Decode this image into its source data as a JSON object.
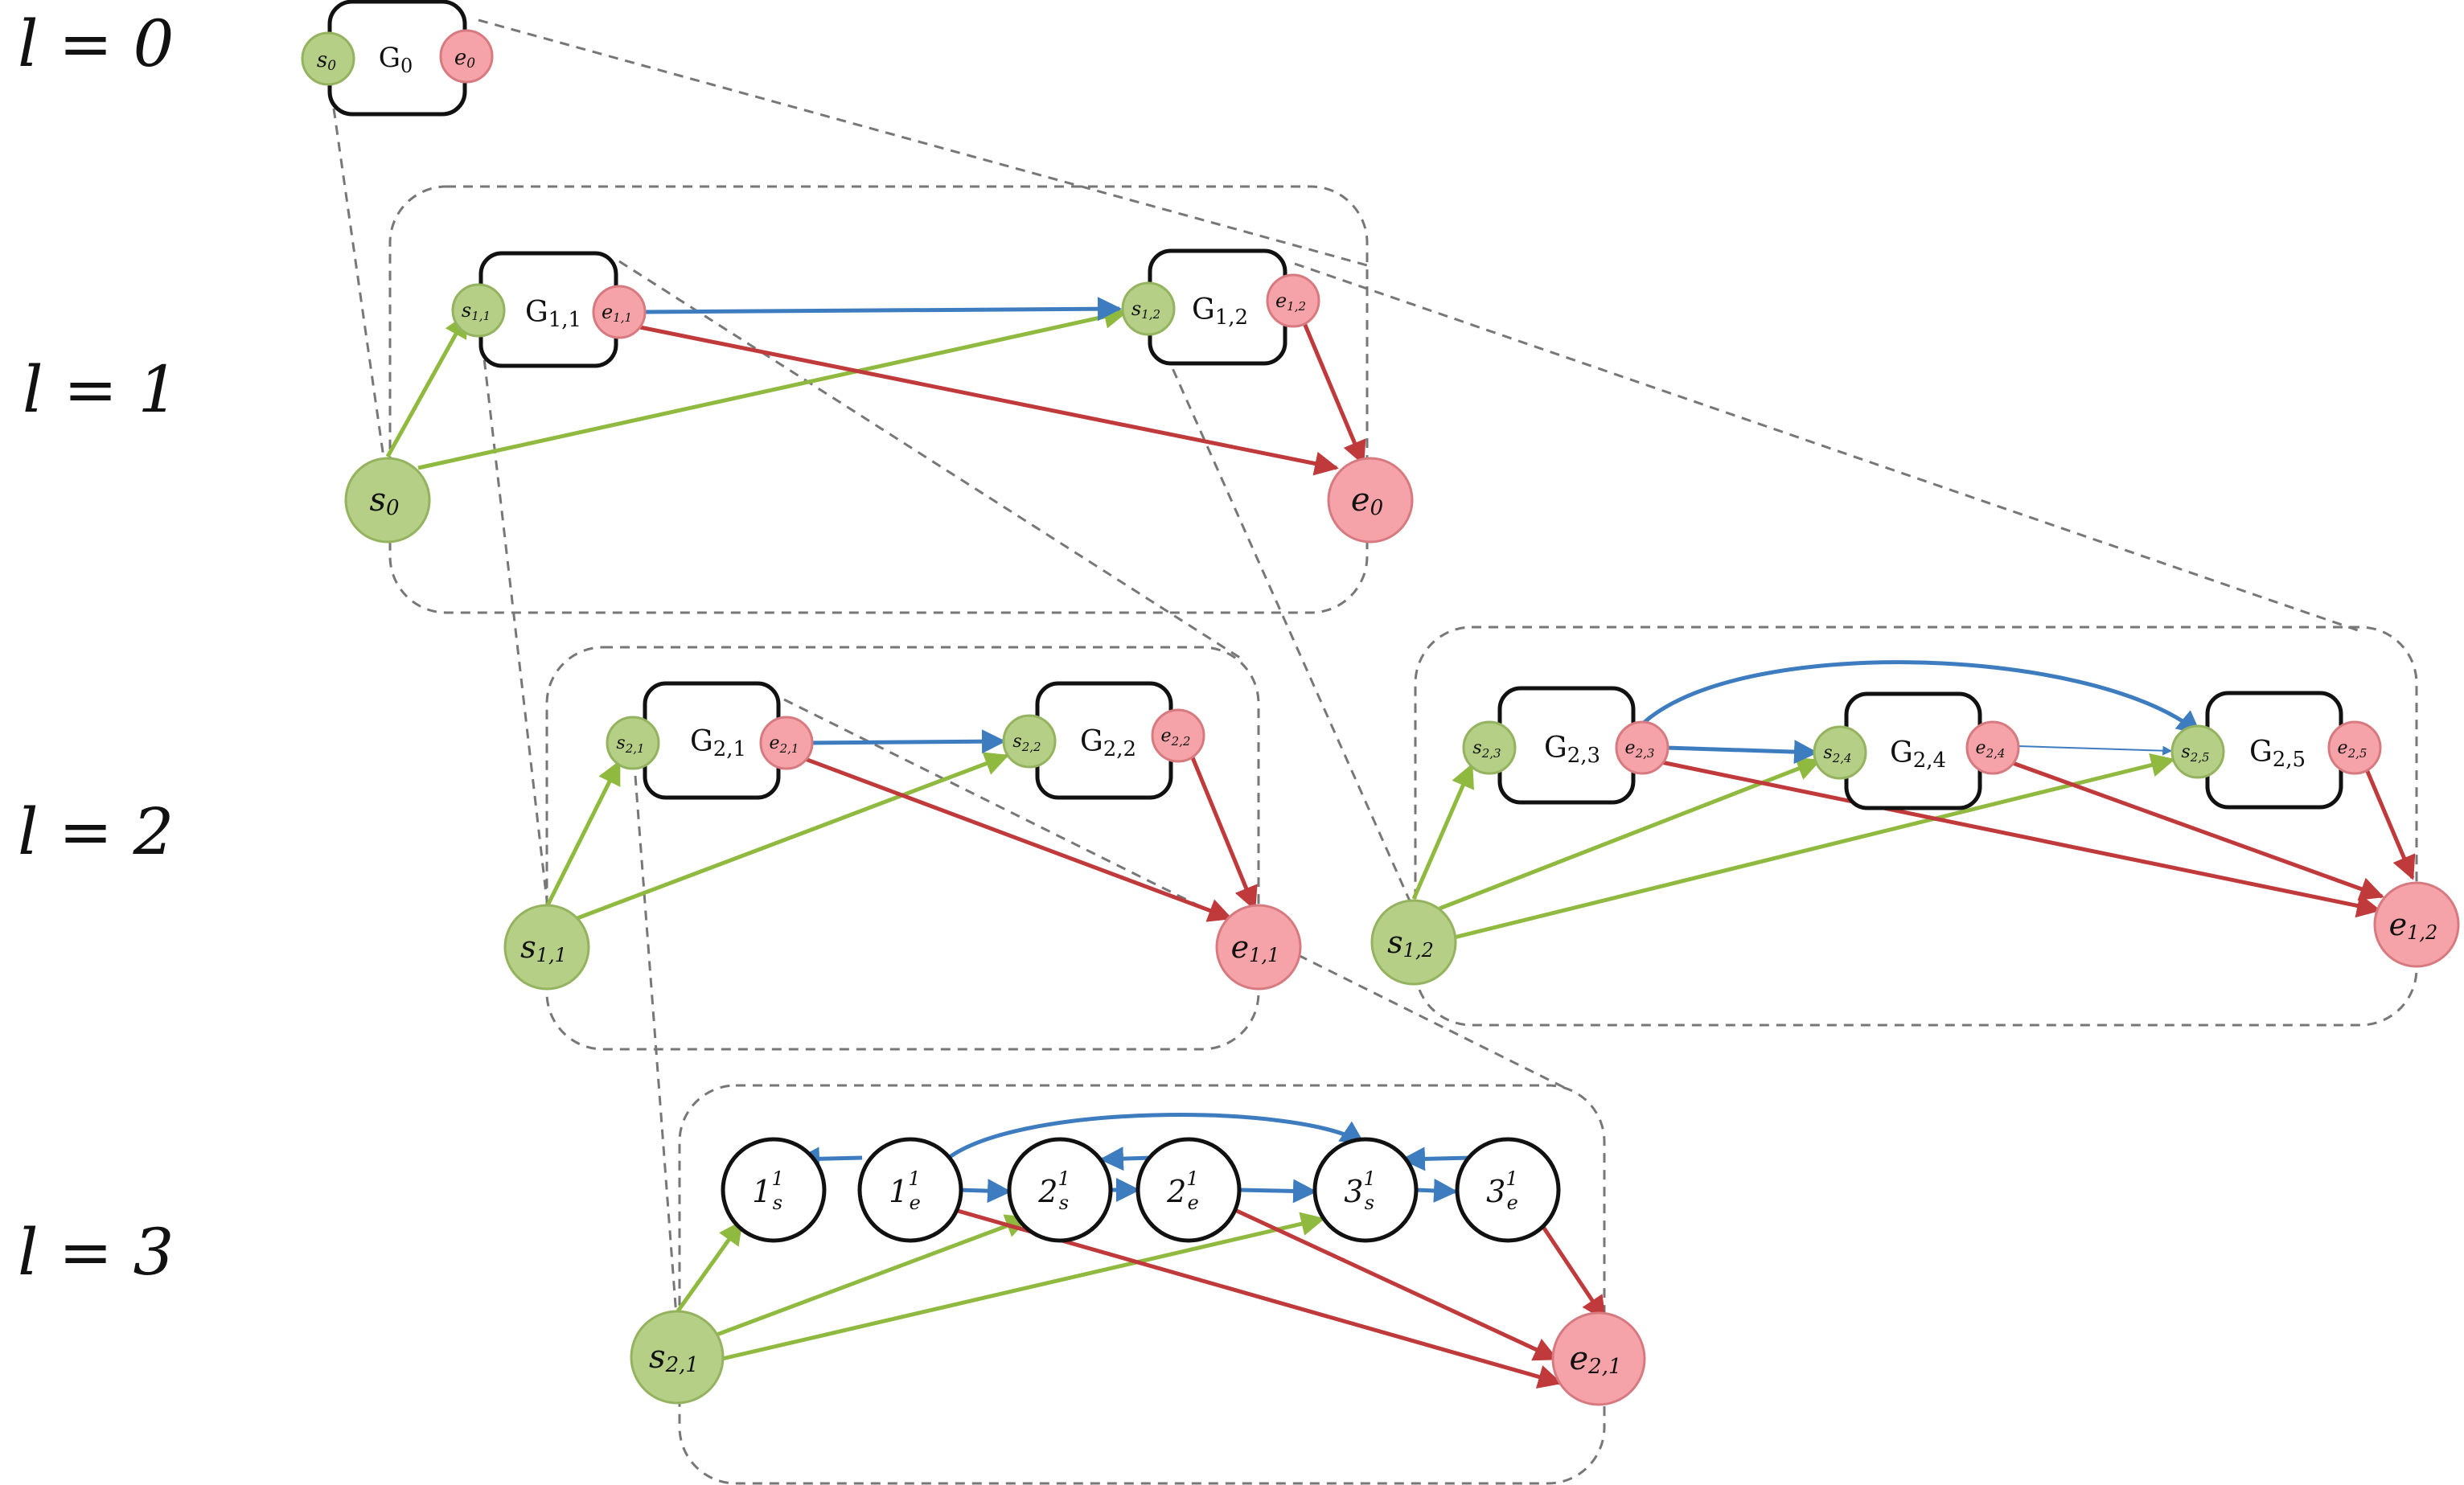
{
  "colors": {
    "start_fill": "#b5cf86",
    "start_stroke": "#93b35e",
    "end_fill": "#f5a3a8",
    "end_stroke": "#d77a80",
    "edge_green": "#8fba3f",
    "edge_red": "#c0393b",
    "edge_blue": "#3e7cc0",
    "dash": "#777777"
  },
  "levels": [
    {
      "label": "l = 0"
    },
    {
      "label": "l = 1"
    },
    {
      "label": "l = 2"
    },
    {
      "label": "l = 3"
    }
  ],
  "level0": {
    "graph": {
      "base": "G",
      "sub": "0"
    },
    "start": {
      "base": "s",
      "sub": "0"
    },
    "end": {
      "base": "e",
      "sub": "0"
    }
  },
  "level1": {
    "root_start": {
      "base": "s",
      "sub": "0"
    },
    "root_end": {
      "base": "e",
      "sub": "0"
    },
    "graphs": [
      {
        "name": {
          "base": "G",
          "sub": "1,1"
        },
        "start": {
          "base": "s",
          "sub": "1,1"
        },
        "end": {
          "base": "e",
          "sub": "1,1"
        }
      },
      {
        "name": {
          "base": "G",
          "sub": "1,2"
        },
        "start": {
          "base": "s",
          "sub": "1,2"
        },
        "end": {
          "base": "e",
          "sub": "1,2"
        }
      }
    ]
  },
  "level2_left": {
    "root_start": {
      "base": "s",
      "sub": "1,1"
    },
    "root_end": {
      "base": "e",
      "sub": "1,1"
    },
    "graphs": [
      {
        "name": {
          "base": "G",
          "sub": "2,1"
        },
        "start": {
          "base": "s",
          "sub": "2,1"
        },
        "end": {
          "base": "e",
          "sub": "2,1"
        }
      },
      {
        "name": {
          "base": "G",
          "sub": "2,2"
        },
        "start": {
          "base": "s",
          "sub": "2,2"
        },
        "end": {
          "base": "e",
          "sub": "2,2"
        }
      }
    ]
  },
  "level2_right": {
    "root_start": {
      "base": "s",
      "sub": "1,2"
    },
    "root_end": {
      "base": "e",
      "sub": "1,2"
    },
    "graphs": [
      {
        "name": {
          "base": "G",
          "sub": "2,3"
        },
        "start": {
          "base": "s",
          "sub": "2,3"
        },
        "end": {
          "base": "e",
          "sub": "2,3"
        }
      },
      {
        "name": {
          "base": "G",
          "sub": "2,4"
        },
        "start": {
          "base": "s",
          "sub": "2,4"
        },
        "end": {
          "base": "e",
          "sub": "2,4"
        }
      },
      {
        "name": {
          "base": "G",
          "sub": "2,5"
        },
        "start": {
          "base": "s",
          "sub": "2,5"
        },
        "end": {
          "base": "e",
          "sub": "2,5"
        }
      }
    ]
  },
  "level3": {
    "root_start": {
      "base": "s",
      "sub": "2,1"
    },
    "root_end": {
      "base": "e",
      "sub": "2,1"
    },
    "nodes": [
      {
        "base": "1",
        "sup": "1",
        "sub": "s"
      },
      {
        "base": "1",
        "sup": "1",
        "sub": "e"
      },
      {
        "base": "2",
        "sup": "1",
        "sub": "s"
      },
      {
        "base": "2",
        "sup": "1",
        "sub": "e"
      },
      {
        "base": "3",
        "sup": "1",
        "sub": "s"
      },
      {
        "base": "3",
        "sup": "1",
        "sub": "e"
      }
    ]
  }
}
